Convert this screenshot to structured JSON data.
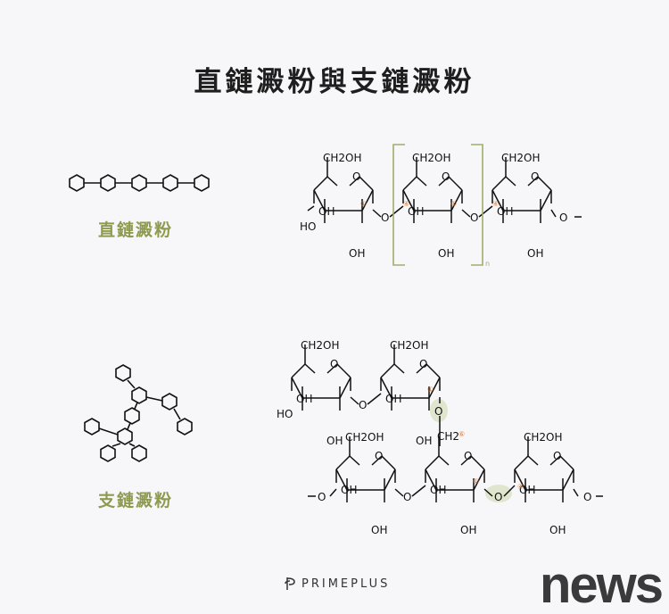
{
  "title": "直鏈澱粉與支鏈澱粉",
  "linear_label": "直鏈澱粉",
  "branched_label": "支鏈澱粉",
  "chem": {
    "ch2oh": "CH2OH",
    "oh": "OH",
    "ho": "HO",
    "o": "O",
    "bond_o": "O",
    "repeat": "n",
    "ch2": "CH2",
    "c1": "①",
    "c4": "④",
    "c6": "⑥"
  },
  "brand": "PRIMEPLUS",
  "watermark": "news",
  "colors": {
    "accent": "#8e9b4f",
    "highlight": "#dfe6cd",
    "number": "#d07a3a"
  }
}
